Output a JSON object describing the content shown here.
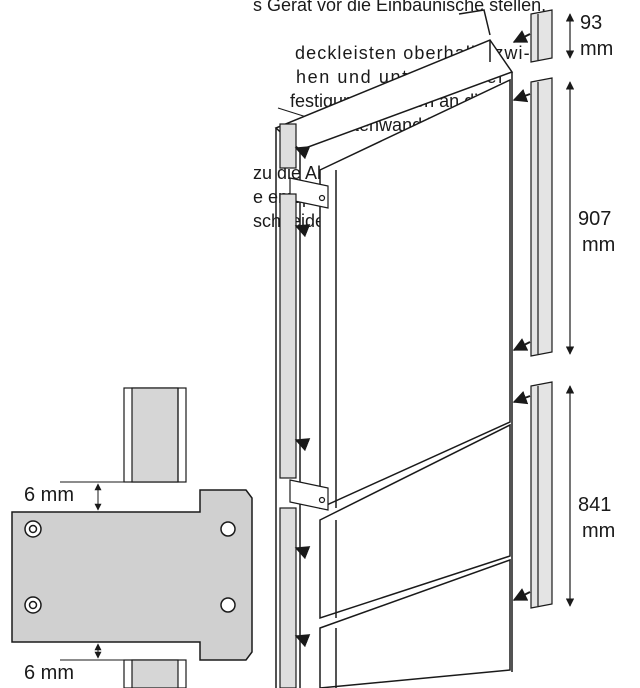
{
  "instructions": {
    "line_1": "s Gerät vor die Einbaunische stellen.",
    "line_2": "deckleisten oberhalb, zwi-",
    "line_3": "hen und unterhalb der",
    "line_4": "festigungslaschen an die",
    "line_5": "eräteseitenwand kleben.",
    "line_6": "zu die Abdeckleisten auf",
    "line_7": "e entsprechenden Längen",
    "line_8": "schneiden."
  },
  "dimensions": {
    "strip_top_value": "93",
    "strip_top_unit": "mm",
    "strip_middle_value": "907",
    "strip_middle_unit": "mm",
    "strip_bottom_value": "841",
    "strip_bottom_unit": "mm",
    "gap_top": "6 mm",
    "gap_bottom": "6 mm"
  }
}
